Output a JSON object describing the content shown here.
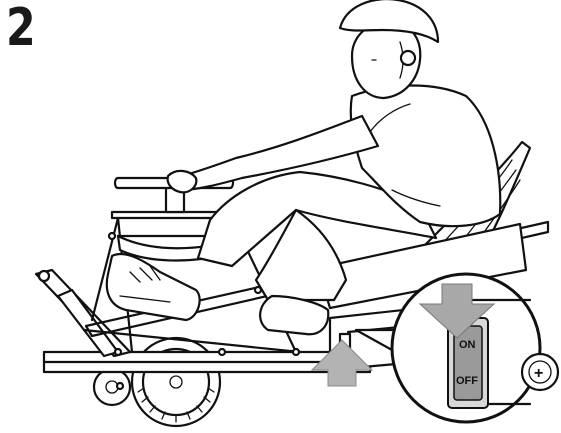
{
  "step": {
    "number": "2"
  },
  "switch": {
    "on_label": "ON",
    "off_label": "OFF"
  },
  "battery": {
    "symbol": "+"
  },
  "colors": {
    "ink": "#111111",
    "arrow": "#b3b3b3",
    "switch_face": "#9a9a9a"
  },
  "icons": [
    "arrow-down-icon",
    "arrow-up-icon",
    "power-switch-icon",
    "battery-plus-icon"
  ]
}
